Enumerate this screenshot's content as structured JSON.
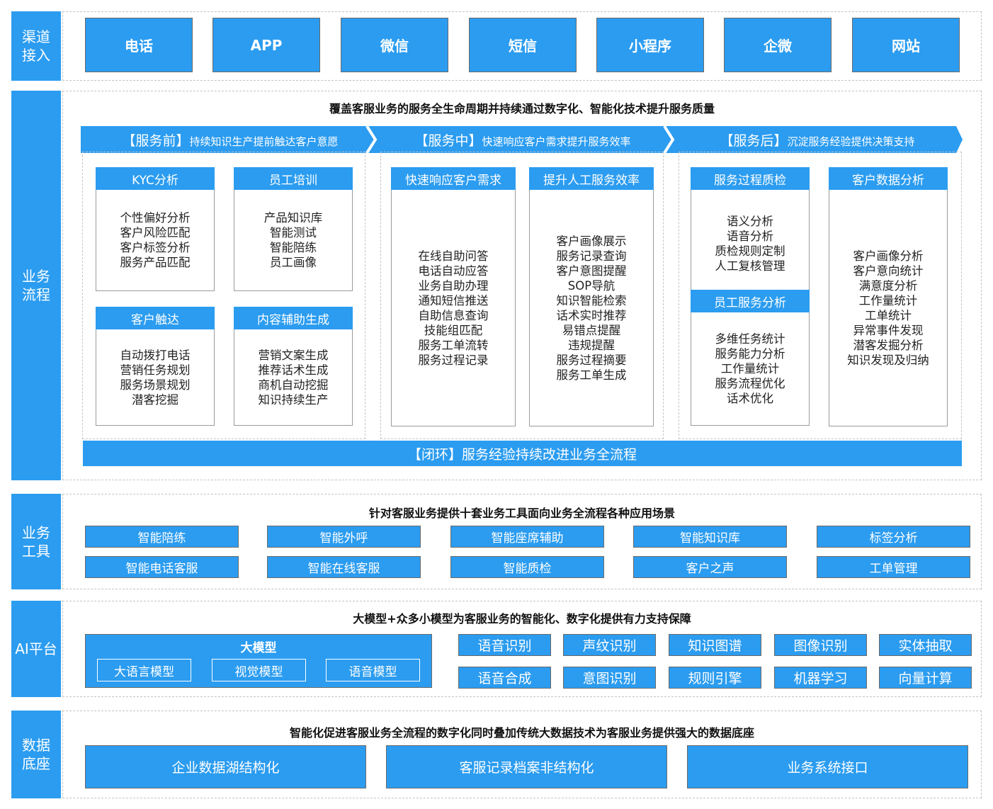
{
  "sections": {
    "channel": "渠道\n接入",
    "process": "业务\n流程",
    "tools": "业务\n工具",
    "ai": "AI平台",
    "data": "数据\n底座"
  },
  "channels": [
    "电话",
    "APP",
    "微信",
    "短信",
    "小程序",
    "企微",
    "网站"
  ],
  "process": {
    "title": "覆盖客服业务的服务全生命周期并持续通过数字化、智能化技术提升服务质量",
    "phases": [
      {
        "tag": "【服务前】",
        "desc": "持续知识生产提前触达客户意愿"
      },
      {
        "tag": "【服务中】",
        "desc": "快速响应客户需求提升服务效率"
      },
      {
        "tag": "【服务后】",
        "desc": "沉淀服务经验提供决策支持"
      }
    ],
    "cards": [
      {
        "title": "KYC分析",
        "items": [
          "个性偏好分析",
          "客户风险匹配",
          "客户标签分析",
          "服务产品匹配"
        ]
      },
      {
        "title": "员工培训",
        "items": [
          "产品知识库",
          "智能测试",
          "智能陪练",
          "员工画像"
        ]
      },
      {
        "title": "客户触达",
        "items": [
          "自动拨打电话",
          "营销任务规划",
          "服务场景规划",
          "潜客挖掘"
        ]
      },
      {
        "title": "内容辅助生成",
        "items": [
          "营销文案生成",
          "推荐话术生成",
          "商机自动挖掘",
          "知识持续生产"
        ]
      },
      {
        "title": "快速响应客户需求",
        "items": [
          "在线自助问答",
          "电话自动应答",
          "业务自助办理",
          "通知短信推送",
          "自助信息查询",
          "技能组匹配",
          "服务工单流转",
          "服务过程记录"
        ]
      },
      {
        "title": "提升人工服务效率",
        "items": [
          "客户画像展示",
          "服务记录查询",
          "客户意图提醒",
          "SOP导航",
          "知识智能检索",
          "话术实时推荐",
          "易错点提醒",
          "违规提醒",
          "服务过程摘要",
          "服务工单生成"
        ]
      },
      {
        "title": "服务过程质检",
        "items": [
          "语义分析",
          "语音分析",
          "质检规则定制",
          "人工复核管理"
        ]
      },
      {
        "title": "员工服务分析",
        "items": [
          "多维任务统计",
          "服务能力分析",
          "工作量统计",
          "服务流程优化",
          "话术优化"
        ]
      },
      {
        "title": "客户数据分析",
        "items": [
          "客户画像分析",
          "客户意向统计",
          "满意度分析",
          "工作量统计",
          "工单统计",
          "异常事件发现",
          "潜客发掘分析",
          "知识发现及归纳"
        ]
      }
    ],
    "closed_loop": "【闭环】服务经验持续改进业务全流程"
  },
  "tools": {
    "title": "针对客服业务提供十套业务工具面向业务全流程各种应用场景",
    "items": [
      "智能陪练",
      "智能外呼",
      "智能座席辅助",
      "智能知识库",
      "标签分析",
      "智能电话客服",
      "智能在线客服",
      "智能质检",
      "客户之声",
      "工单管理"
    ]
  },
  "ai": {
    "title": "大模型+众多小模型为客服业务的智能化、数字化提供有力支持保障",
    "big_model": "大模型",
    "sub_models": [
      "大语言模型",
      "视觉模型",
      "语音模型"
    ],
    "items": [
      "语音识别",
      "声纹识别",
      "知识图谱",
      "图像识别",
      "实体抽取",
      "语音合成",
      "意图识别",
      "规则引擎",
      "机器学习",
      "向量计算"
    ]
  },
  "data": {
    "title": "智能化促进客服业务全流程的数字化同时叠加传统大数据技术为客服业务提供强大的数据底座",
    "items": [
      "企业数据湖结构化",
      "客服记录档案非结构化",
      "业务系统接口"
    ]
  },
  "colors": {
    "accent": "#2b9cf0",
    "panel_border": "#c4c4c4",
    "card_border": "#9b9b9b"
  }
}
